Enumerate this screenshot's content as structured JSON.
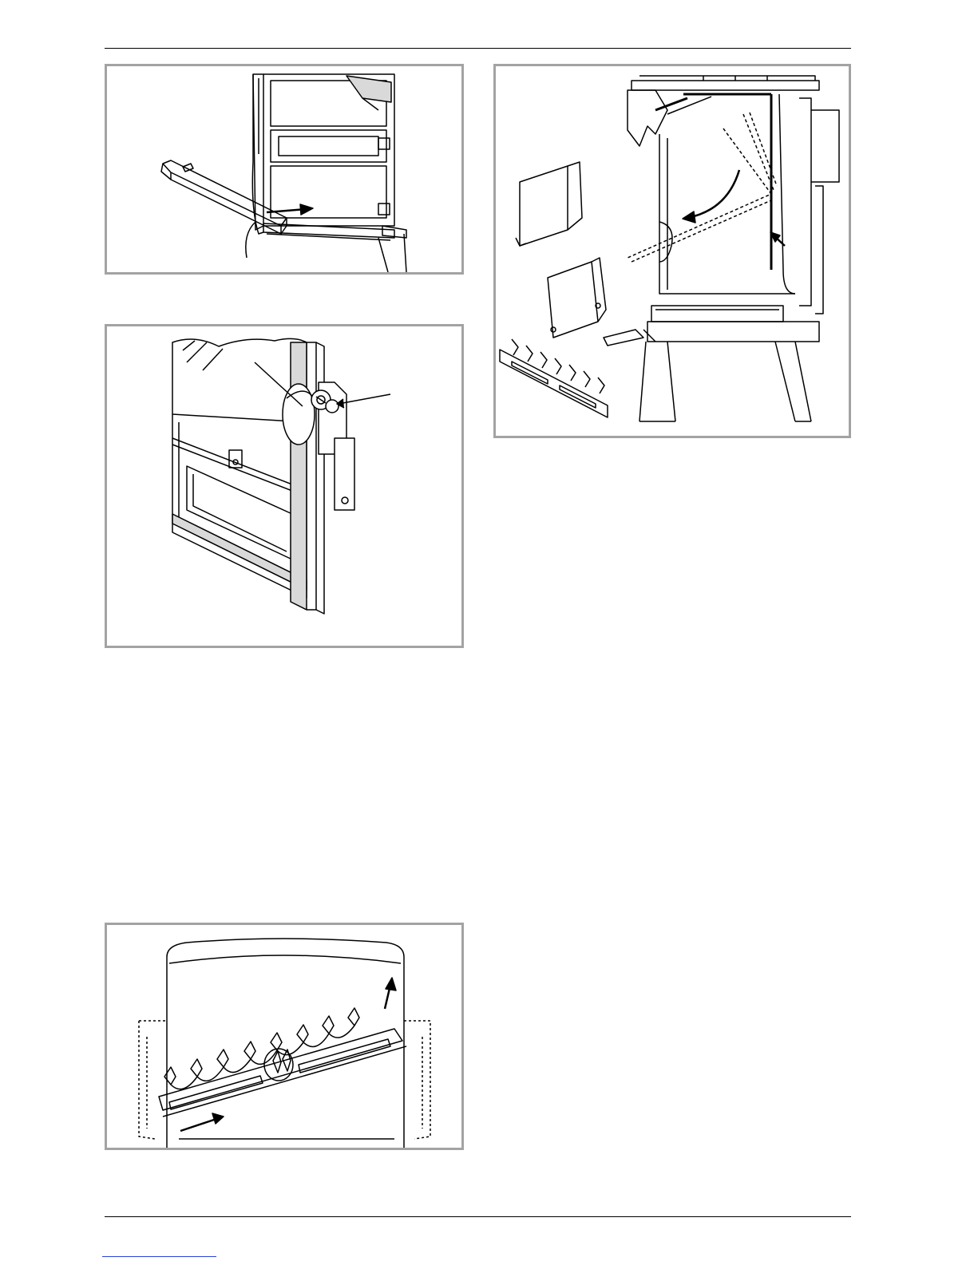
{
  "document": {
    "figures": [
      {
        "id": "fig-door-trim",
        "icon": "door-trim-removal-illustration"
      },
      {
        "id": "fig-glass-hinge",
        "icon": "door-glass-hinge-illustration"
      },
      {
        "id": "fig-stove-section",
        "icon": "stove-cross-section-illustration"
      },
      {
        "id": "fig-fret-tilt",
        "icon": "fret-tilt-removal-illustration"
      }
    ],
    "colors": {
      "panel_border": "#a3a3a3",
      "line": "#000000",
      "glass_shade": "#d9d9d9",
      "link_underline": "#2b3fd8"
    }
  }
}
